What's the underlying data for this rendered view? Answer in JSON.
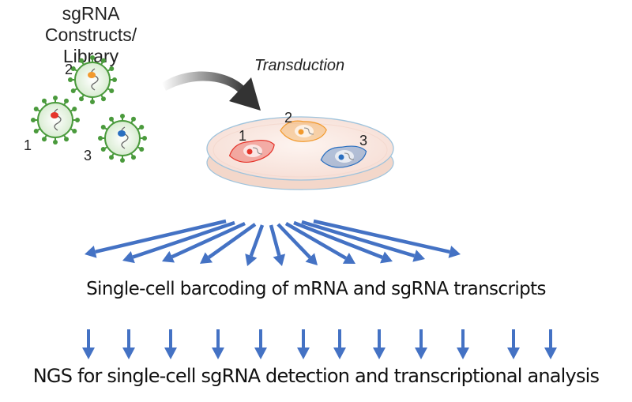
{
  "library": {
    "title": "sgRNA Constructs/ Library",
    "viruses": [
      {
        "label": "1",
        "color": "#e5352b"
      },
      {
        "label": "2",
        "color": "#f29a2e"
      },
      {
        "label": "3",
        "color": "#2a6fc0"
      }
    ]
  },
  "transduction": {
    "label": "Transduction",
    "cells": [
      {
        "label": "1",
        "color": "#e5352b"
      },
      {
        "label": "2",
        "color": "#f29a2e"
      },
      {
        "label": "3",
        "color": "#2a6fc0"
      }
    ]
  },
  "steps": {
    "barcoding": "Single-cell barcoding of mRNA and sgRNA transcripts",
    "ngs": "NGS for single-cell sgRNA detection and transcriptional analysis"
  },
  "colors": {
    "arrow": "#4472c4",
    "virus_spike": "#4a9a3c"
  }
}
